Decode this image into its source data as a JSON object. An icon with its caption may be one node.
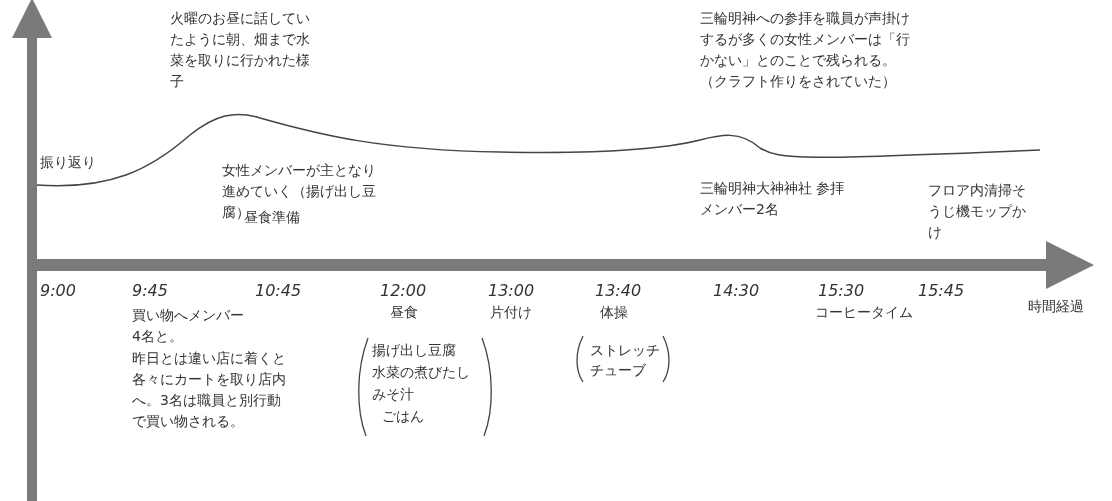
{
  "diagram": {
    "labels": [
      "火曜のお昼に話していたように朝、畑まで水菜を取りに行かれた様子",
      "三輪明神への参拝を職員が声掛けするが多くの女性メンバーは「行かない」とのことで残られる。（クラフト作りをされていた）",
      "振り返り",
      "女性メンバーが主となり進めていく（揚げ出し豆腐）",
      "昼食準備",
      "三輪明神大神神社 参拝メンバー2名",
      "フロア内清掃そうじ機モップかけ",
      "9:00",
      "9:45",
      "10:45",
      "12:00",
      "13:00",
      "13:40",
      "14:30",
      "15:30",
      "15:45",
      "時間経過",
      "買い物へメンバー4名と。",
      "昼食",
      "片付け",
      "体操",
      "コーヒータイム",
      "昨日とは違い店に着くと各々にカートを取り店内へ。3名は職員と別行動で買い物される。",
      "揚げ出し豆腐",
      "ストレッチ",
      "水菜の煮びたし",
      "チューブ",
      "みそ汁",
      "ごはん"
    ]
  }
}
